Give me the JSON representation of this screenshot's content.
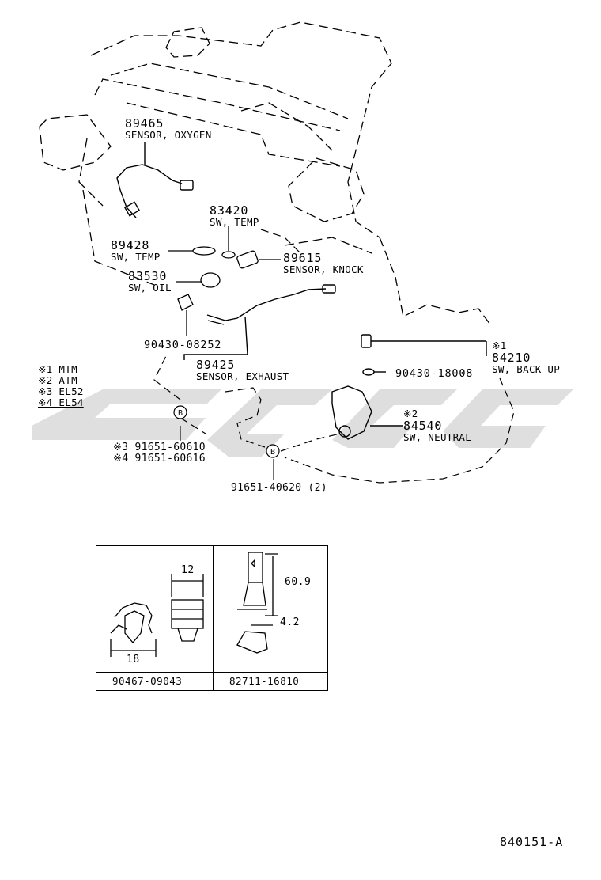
{
  "parts": {
    "oxygen_sensor": {
      "number": "89465",
      "name": "SENSOR, OXYGEN"
    },
    "temp_switch_1": {
      "number": "83420",
      "name": "SW, TEMP"
    },
    "temp_switch_2": {
      "number": "89428",
      "name": "SW, TEMP"
    },
    "knock_sensor": {
      "number": "89615",
      "name": "SENSOR, KNOCK"
    },
    "oil_switch": {
      "number": "83530",
      "name": "SW, OIL"
    },
    "gasket_1": {
      "number": "90430-08252"
    },
    "exhaust_sensor": {
      "number": "89425",
      "name": "SENSOR, EXHAUST"
    },
    "backup_switch": {
      "mark": "※1",
      "number": "84210",
      "name": "SW, BACK UP"
    },
    "gasket_2": {
      "number": "90430-18008"
    },
    "neutral_switch": {
      "mark": "※2",
      "number": "84540",
      "name": "SW, NEUTRAL"
    },
    "clamp_a_1": {
      "text": "※3 91651-60610"
    },
    "clamp_a_2": {
      "text": "※4 91651-60616"
    },
    "clamp_b": {
      "text": "91651-40620 (2)"
    }
  },
  "legend": [
    {
      "text": "※1 MTM"
    },
    {
      "text": "※2 ATM"
    },
    {
      "text": "※3 EL52"
    },
    {
      "text": "※4 EL54"
    }
  ],
  "reference_table": {
    "left": {
      "part_number": "90467-09043",
      "dim_width": "12",
      "dim_length": "18"
    },
    "right": {
      "part_number": "82711-16810",
      "dim_height": "60.9",
      "dim_small": "4.2"
    }
  },
  "callout_letter": "B",
  "diagram_code": "840151-A"
}
